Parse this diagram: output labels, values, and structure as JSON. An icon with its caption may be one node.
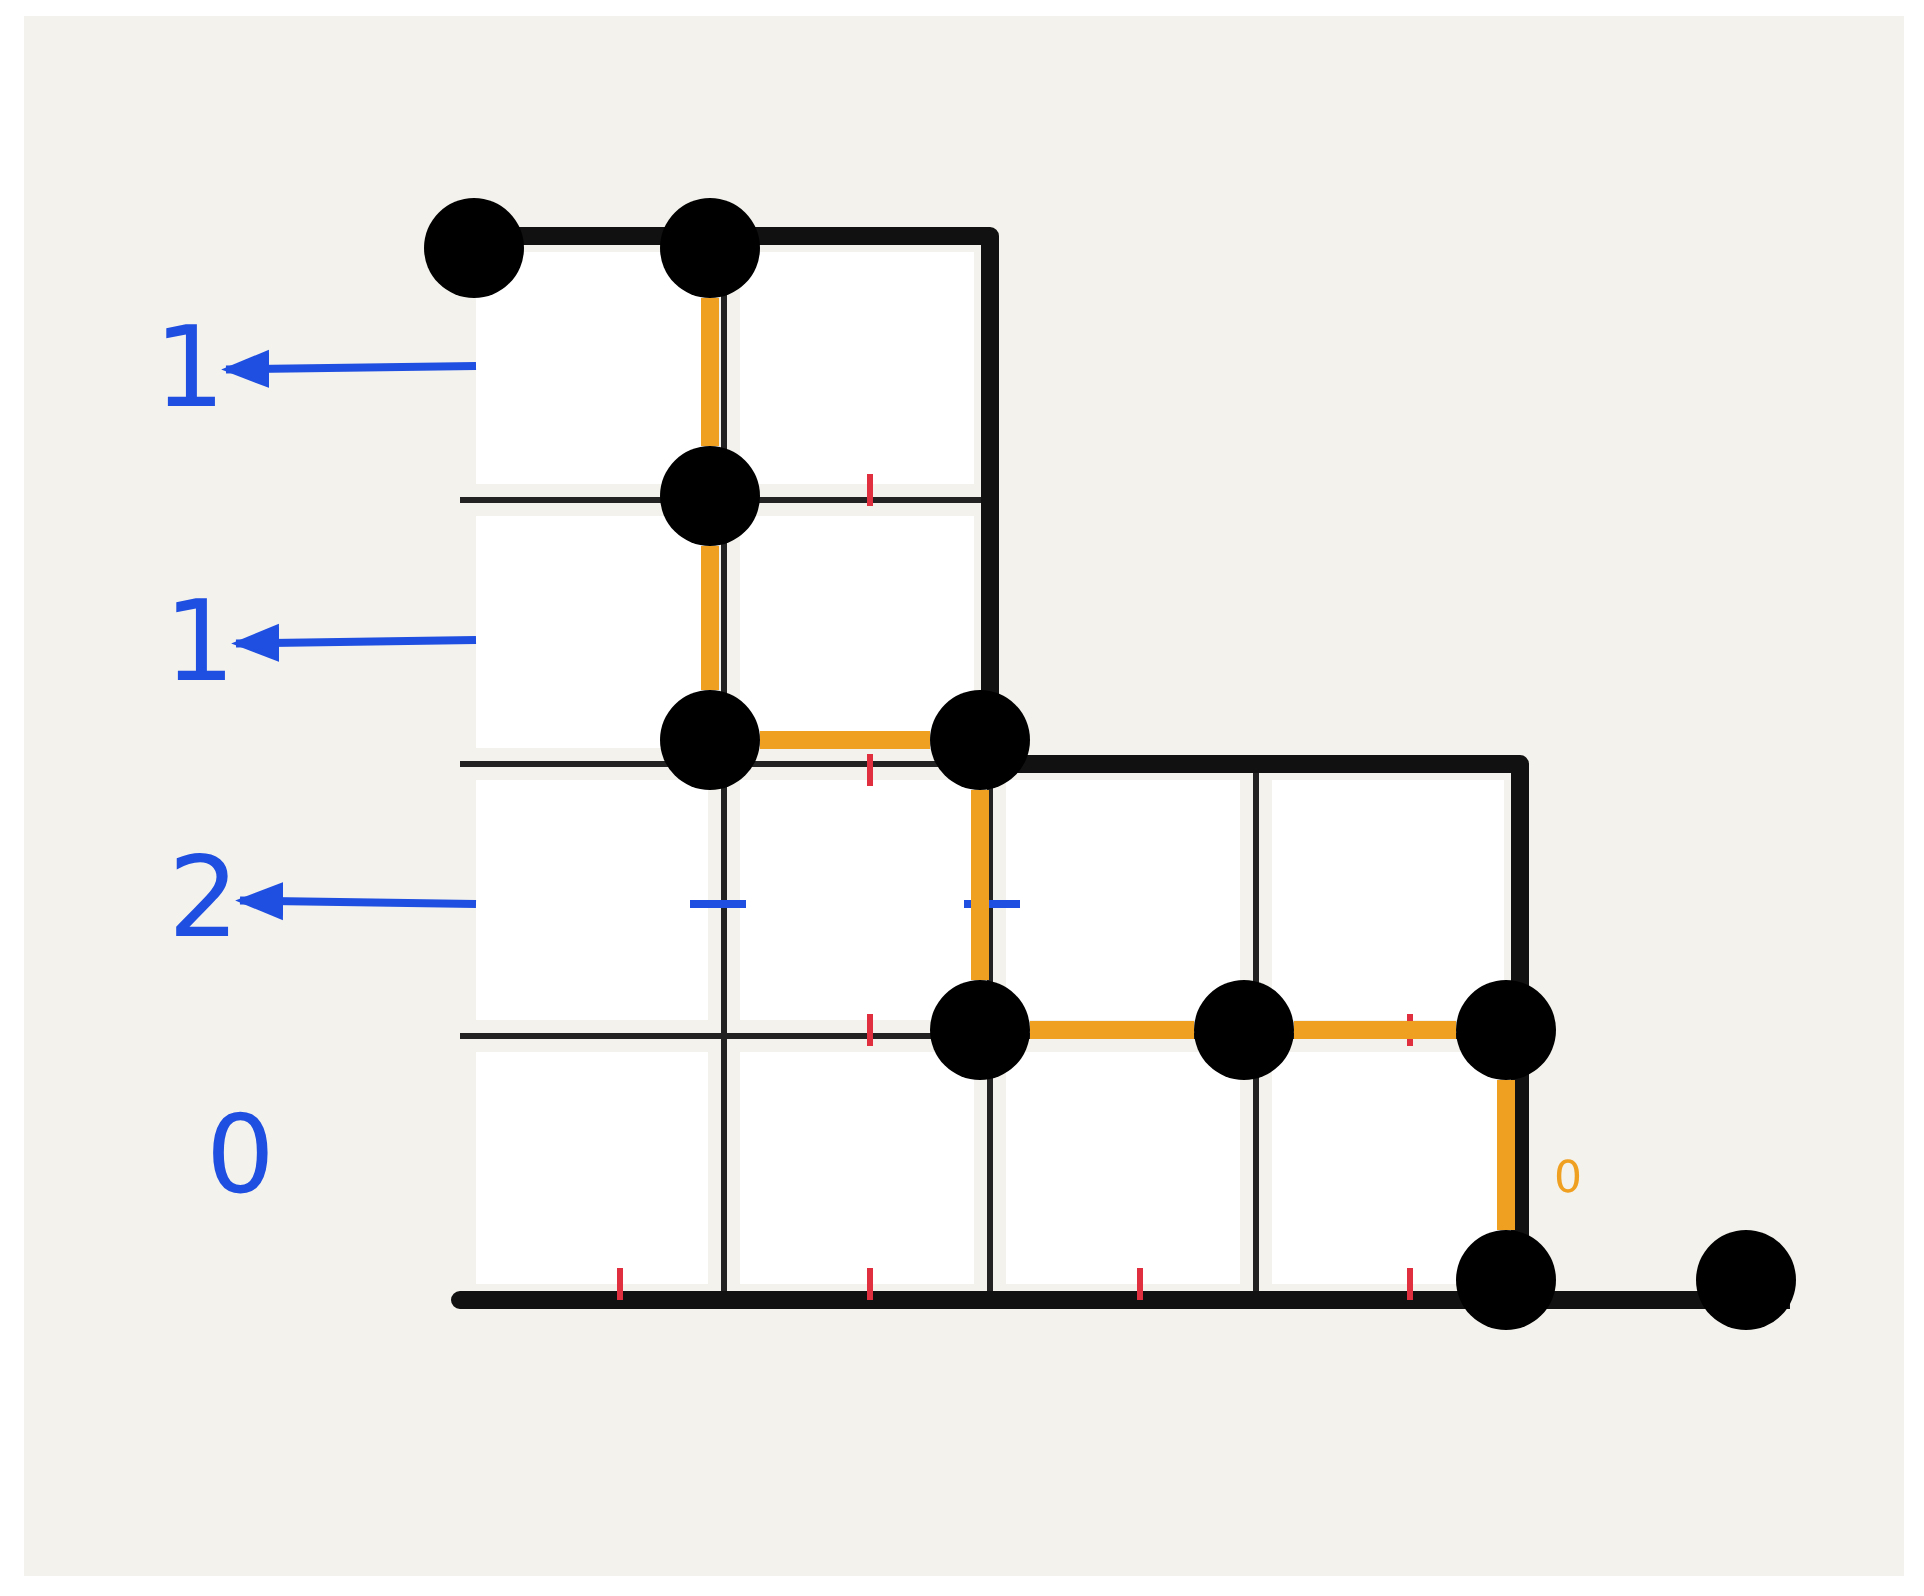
{
  "diagram": {
    "nodes": [
      {
        "text": [],
        "shape": "circle"
      },
      {
        "text": [],
        "shape": "circle"
      },
      {
        "text": [
          "1"
        ]
      },
      {
        "text": [],
        "shape": "circle"
      },
      {
        "text": [
          "1"
        ]
      },
      {
        "text": [],
        "shape": "circle"
      },
      {
        "text": [],
        "shape": "circle"
      },
      {
        "text": [
          "2"
        ]
      },
      {
        "text": [],
        "shape": "circle"
      },
      {
        "text": [],
        "shape": "circle"
      },
      {
        "text": [],
        "shape": "circle"
      },
      {
        "text": [],
        "shape": "circle"
      },
      {
        "text": [],
        "shape": "circle"
      }
    ],
    "edges": [
      {
        "from": null,
        "to": 2,
        "arrow": "to",
        "color": "#1f4fe0"
      },
      {
        "from": null,
        "to": 4,
        "arrow": "to",
        "color": "#1f4fe0"
      },
      {
        "from": null,
        "to": 7,
        "arrow": "to",
        "color": "#1f4fe0"
      },
      {
        "from": 1,
        "to": 3,
        "arrow": "none"
      },
      {
        "from": 3,
        "to": 5,
        "arrow": "none"
      },
      {
        "from": 5,
        "to": 6,
        "arrow": "none"
      },
      {
        "from": 6,
        "to": 8,
        "arrow": "none"
      },
      {
        "from": 8,
        "to": 9,
        "arrow": "none"
      },
      {
        "from": 9,
        "to": 10,
        "arrow": "none"
      },
      {
        "from": 10,
        "to": 11,
        "arrow": "none"
      }
    ],
    "labels": [
      "0",
      "0"
    ]
  }
}
